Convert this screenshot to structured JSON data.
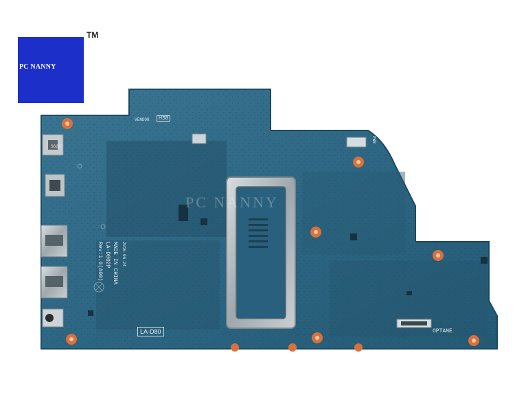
{
  "brand": {
    "logo_text": "PC NANNY",
    "trademark": "TM",
    "watermark": "PC NANNY"
  },
  "board_labels": {
    "vendor": "VENDOR",
    "vendor_code": "HSB",
    "pwr": "PWR",
    "model": "LA-D80",
    "optane": "OPTANE",
    "port_code": "S6297",
    "part_line1": "Rev:1.0(A00)",
    "part_line2": "LA-D802P",
    "part_line3": "MADE IN CHINA",
    "date_code": "2016-06-24"
  },
  "colors": {
    "board": "#2e6685",
    "board_edge": "#24566f",
    "background": "#ffffff",
    "logo_box": "#1d2fc9",
    "pad_copper": "#d9713c",
    "port_metal": "#b9c2c6"
  }
}
